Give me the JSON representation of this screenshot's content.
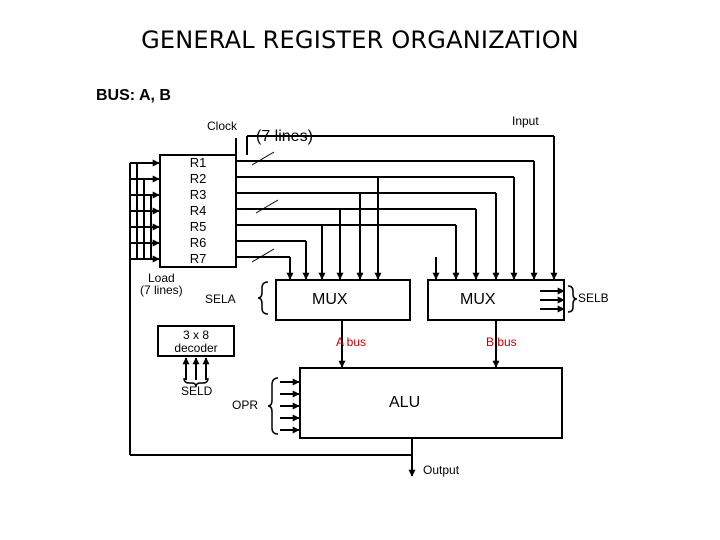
{
  "title": "GENERAL  REGISTER  ORGANIZATION",
  "subtitle": "BUS: A, B",
  "labels": {
    "clock": "Clock",
    "lines": "(7 lines)",
    "input": "Input",
    "load": "Load",
    "load_lines": "(7 lines)",
    "sela": "SELA",
    "selb": "SELB",
    "mux_a": "MUX",
    "mux_b": "MUX",
    "decoder_line1": "3 x 8",
    "decoder_line2": "decoder",
    "seld": "SELD",
    "a_bus": "A bus",
    "b_bus": "B bus",
    "opr": "OPR",
    "alu": "ALU",
    "output": "Output"
  },
  "registers": [
    "R1",
    "R2",
    "R3",
    "R4",
    "R5",
    "R6",
    "R7"
  ],
  "colors": {
    "bus_label": "#c00000",
    "line": "#000000"
  }
}
